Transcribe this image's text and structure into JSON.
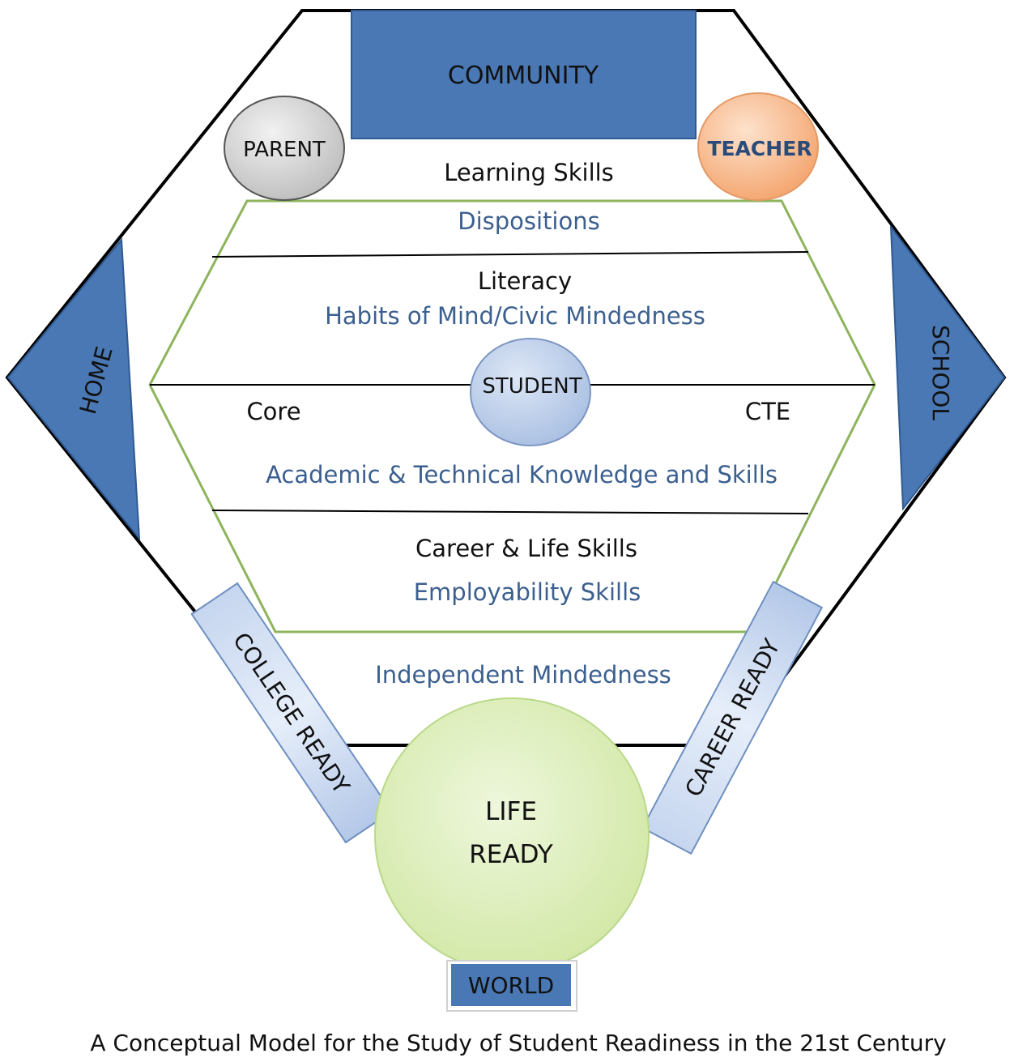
{
  "community": "COMMUNITY",
  "parent": "PARENT",
  "teacher": "TEACHER",
  "home": "HOME",
  "school": "SCHOOL",
  "student": "STUDENT",
  "college_ready": "COLLEGE READY",
  "career_ready": "CAREER READY",
  "life_ready_line1": "LIFE",
  "life_ready_line2": "READY",
  "world": "WORLD",
  "bands": {
    "learning_skills": "Learning Skills",
    "dispositions": "Dispositions",
    "literacy": "Literacy",
    "habits": "Habits of Mind/Civic Mindedness",
    "core": "Core",
    "cte": "CTE",
    "academic": "Academic & Technical Knowledge and Skills",
    "career_life": "Career & Life Skills",
    "employability": "Employability Skills",
    "independent": "Independent Mindedness"
  },
  "caption": "A Conceptual Model for the Study of Student Readiness in the 21st Century",
  "colors": {
    "accent_blue": "#4a78b4",
    "student_fill": "#b7cbe8",
    "teacher_fill": "#f7b98a",
    "parent_fill": "#d3d3d3",
    "life_ready_fill": "#d8ecb0",
    "inner_outline": "#8db45c",
    "subtext_blue": "#3b5f8f"
  }
}
